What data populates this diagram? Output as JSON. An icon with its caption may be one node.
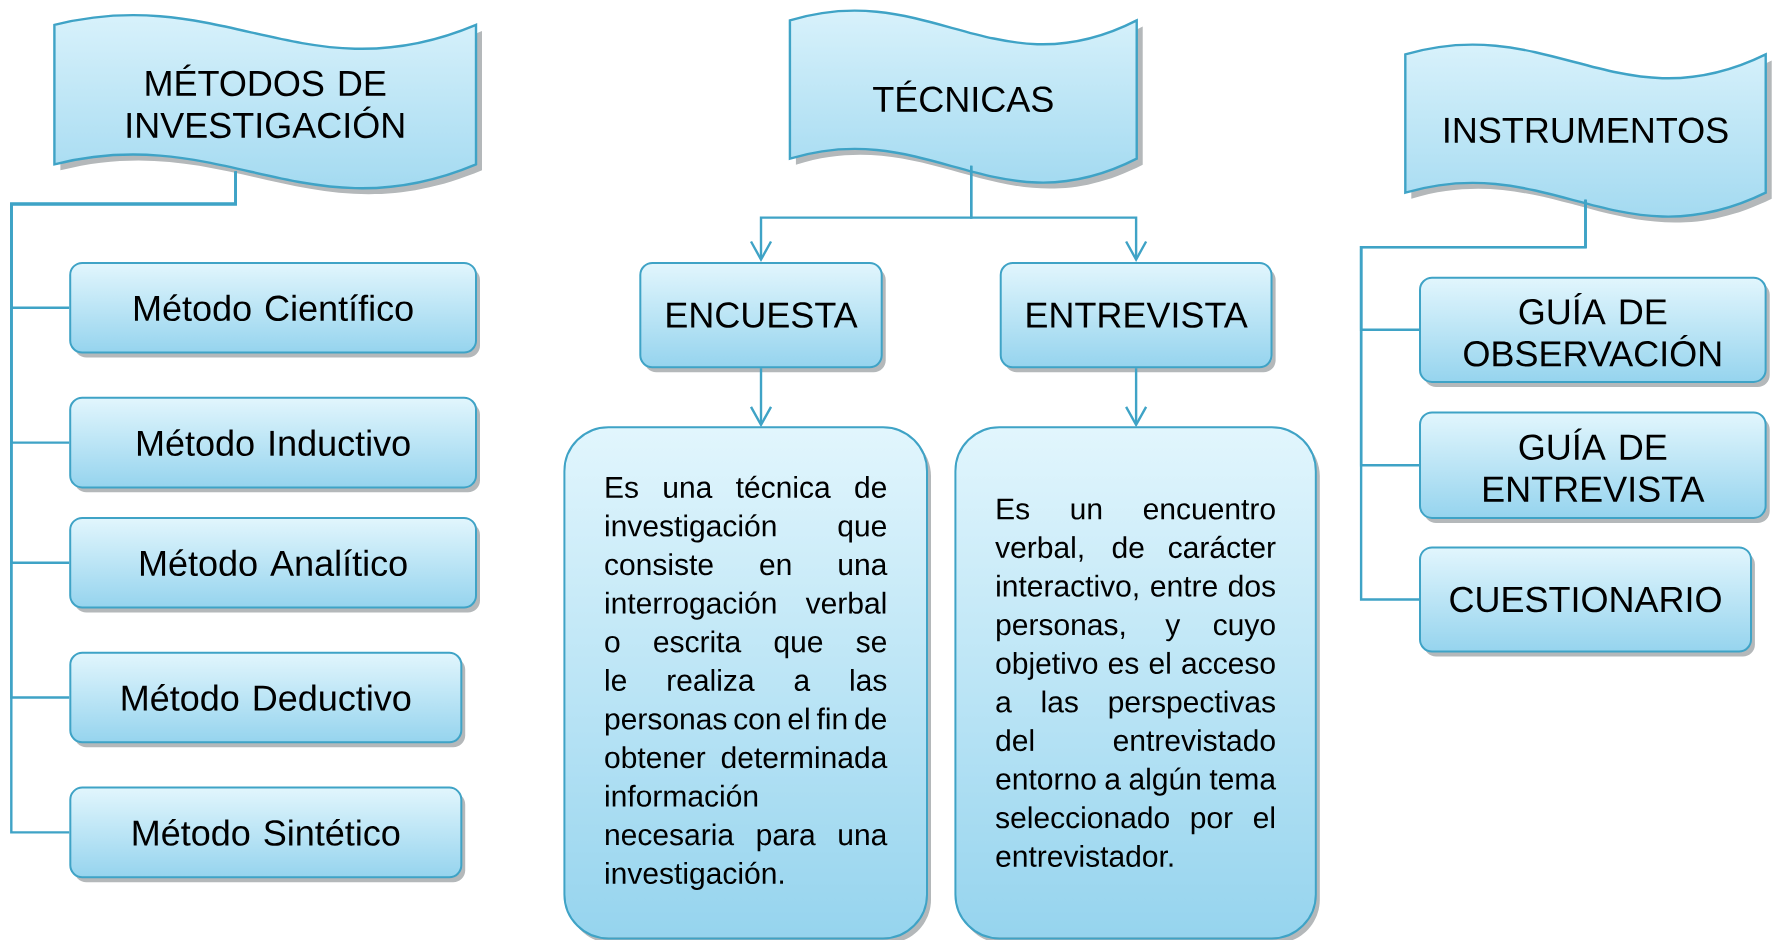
{
  "diagram": {
    "nodes": [
      {
        "text": [
          "MÉTODOS DE INVESTIGACIÓN"
        ]
      },
      {
        "text": [
          "Método Científico"
        ]
      },
      {
        "text": [
          "Método Inductivo"
        ]
      },
      {
        "text": [
          "Método Analítico"
        ]
      },
      {
        "text": [
          "Método Deductivo"
        ]
      },
      {
        "text": [
          "Método Sintético"
        ]
      },
      {
        "text": [
          "TÉCNICAS"
        ]
      },
      {
        "text": [
          "ENCUESTA"
        ]
      },
      {
        "text": [
          "ENTREVISTA"
        ]
      },
      {
        "text": [
          "Es una técnica de investigación que consiste en una interrogación verbal o escrita que se le realiza a las personas con el fin de obtener determinada información necesaria para una investigación."
        ]
      },
      {
        "text": [
          "Es un encuentro verbal, de carácter interactivo, entre dos personas, y cuyo objetivo es el acceso a las perspectivas del entrevistado entorno a algún tema seleccionado por el entrevistador."
        ]
      },
      {
        "text": [
          "INSTRUMENTOS"
        ]
      },
      {
        "text": [
          "GUÍA DE OBSERVACIÓN"
        ]
      },
      {
        "text": [
          "GUÍA DE ENTREVISTA"
        ]
      },
      {
        "text": [
          "CUESTIONARIO"
        ]
      }
    ],
    "edges": [
      {
        "from": 0,
        "to": 1,
        "arrow": "none"
      },
      {
        "from": 0,
        "to": 2,
        "arrow": "none"
      },
      {
        "from": 0,
        "to": 3,
        "arrow": "none"
      },
      {
        "from": 0,
        "to": 4,
        "arrow": "none"
      },
      {
        "from": 0,
        "to": 5,
        "arrow": "none"
      },
      {
        "from": 6,
        "to": 7,
        "arrow": "to"
      },
      {
        "from": 6,
        "to": 8,
        "arrow": "to"
      },
      {
        "from": 7,
        "to": 9,
        "arrow": "to"
      },
      {
        "from": 8,
        "to": 10,
        "arrow": "to"
      },
      {
        "from": 11,
        "to": 12,
        "arrow": "none"
      },
      {
        "from": 11,
        "to": 13,
        "arrow": "none"
      },
      {
        "from": 11,
        "to": 14,
        "arrow": "none"
      }
    ]
  }
}
